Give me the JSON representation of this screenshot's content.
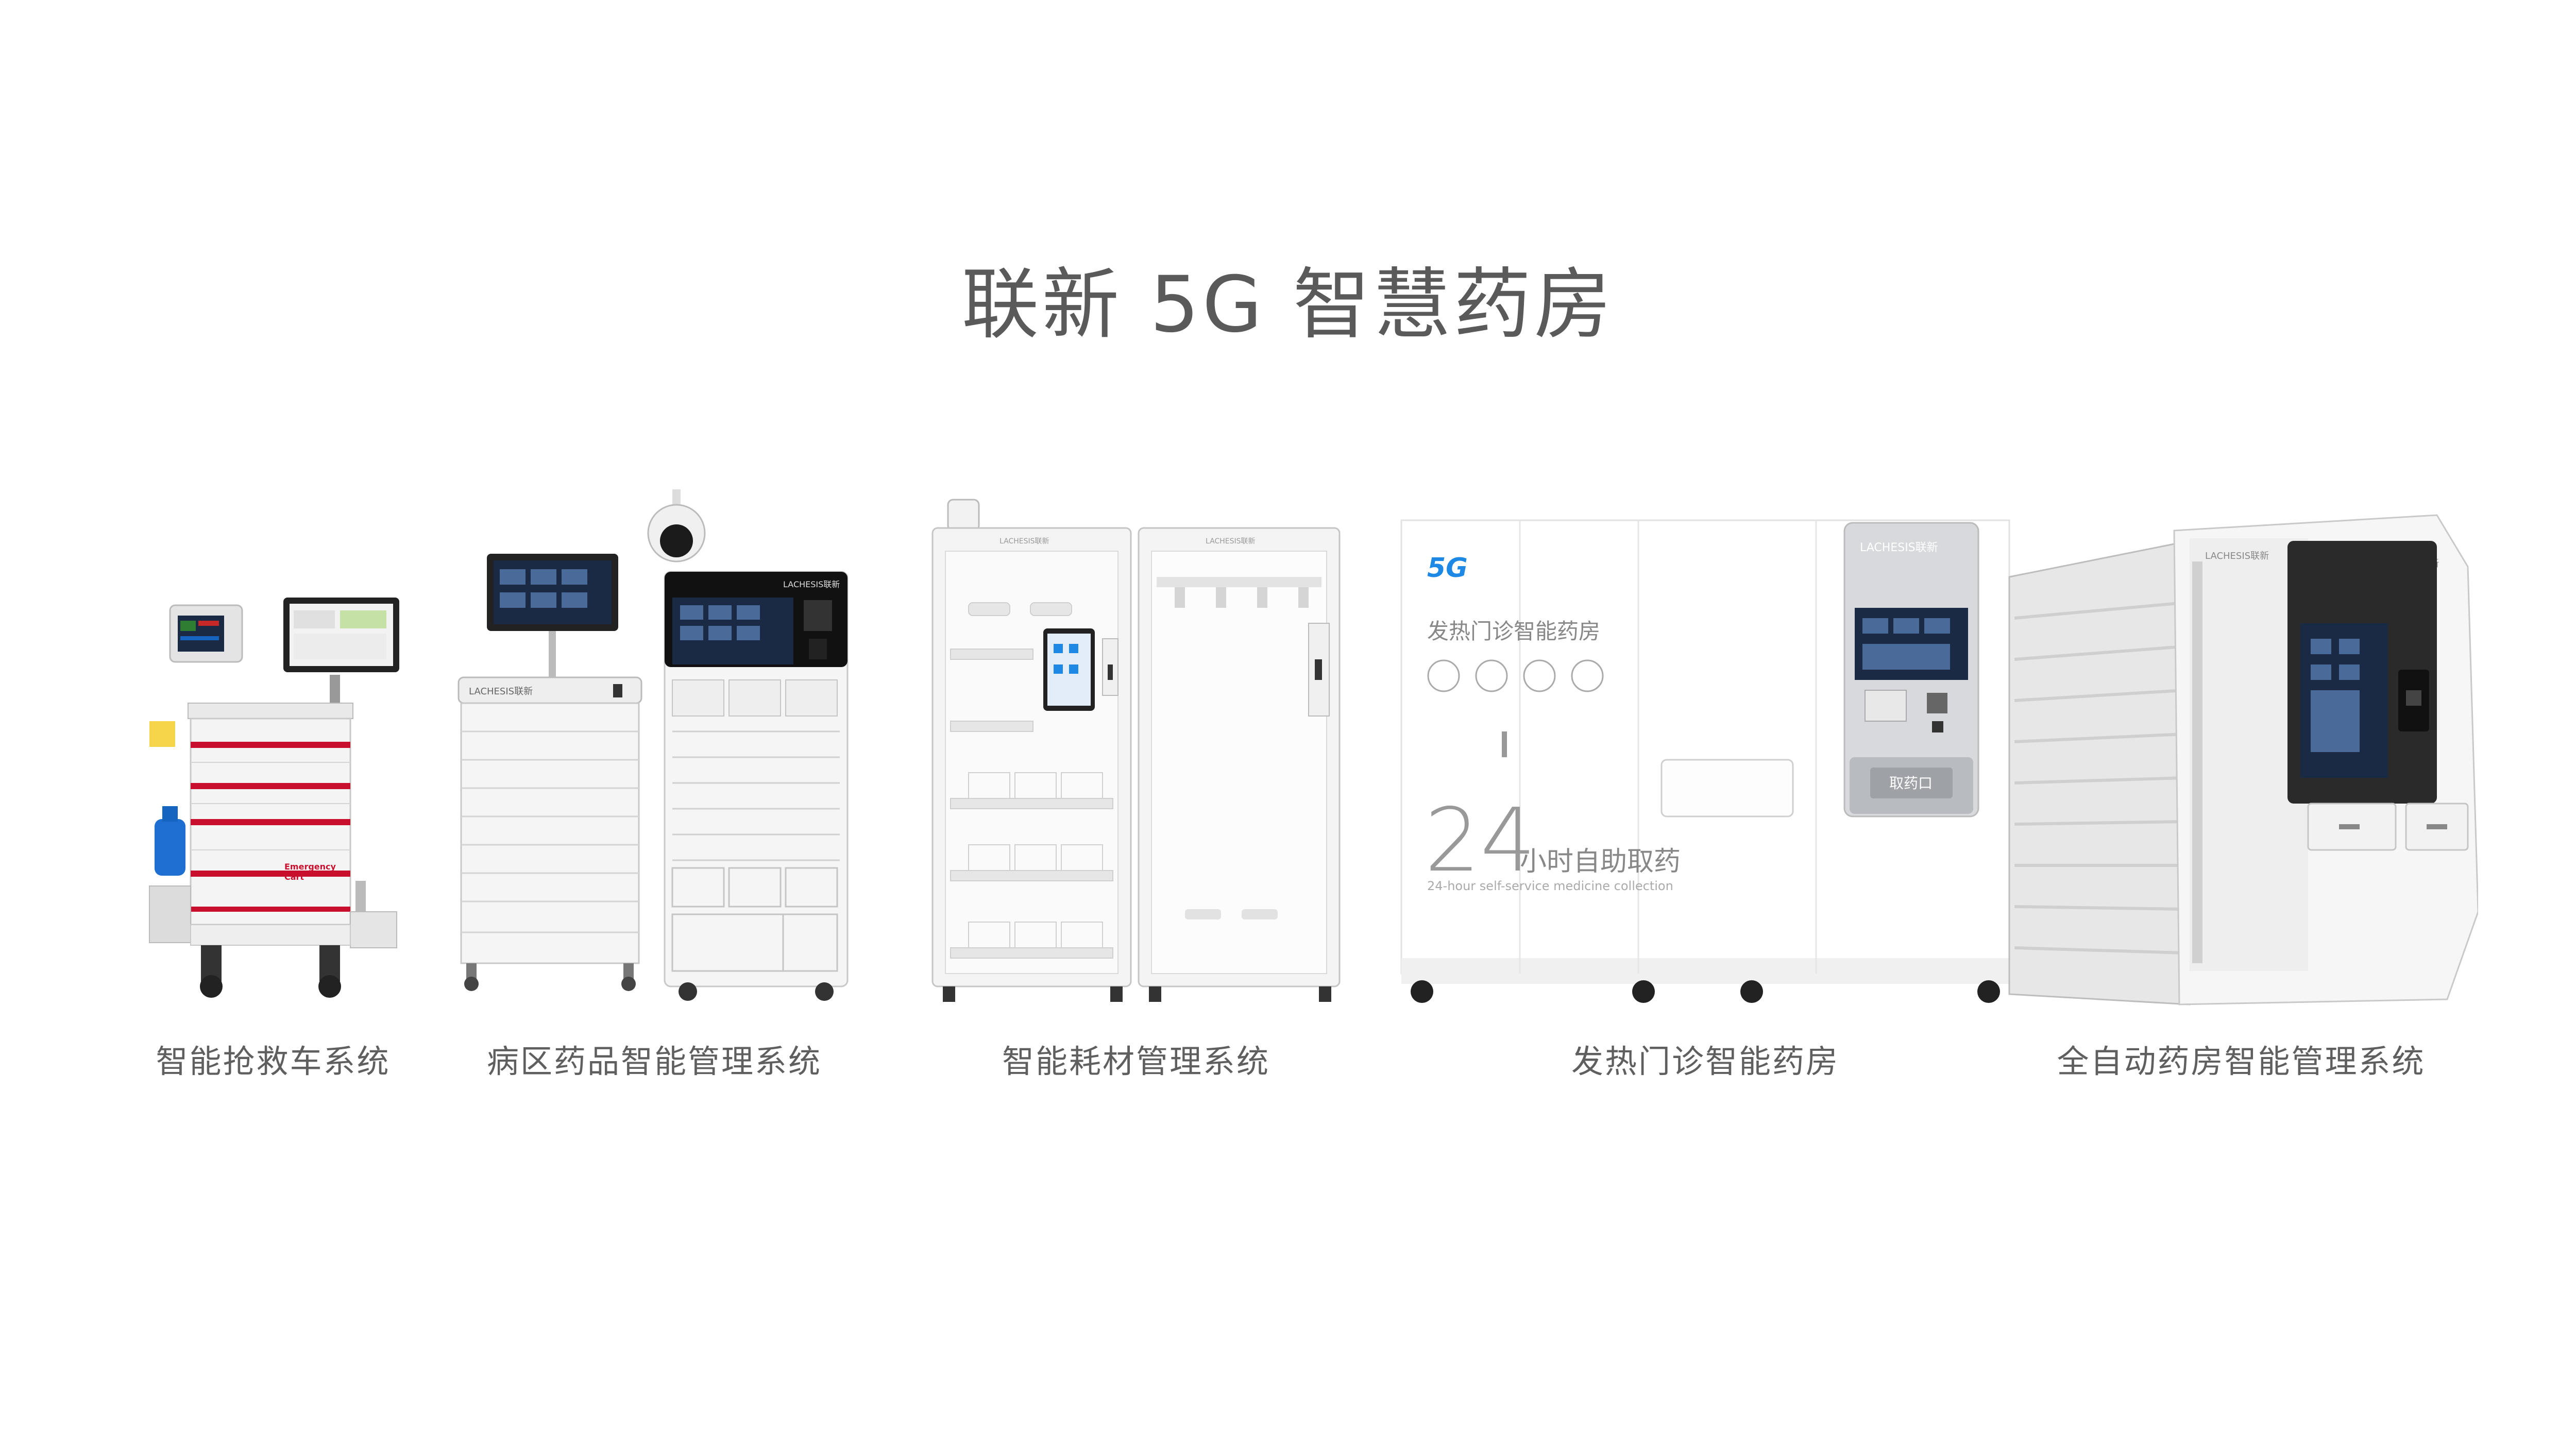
{
  "page": {
    "title": "联新 5G 智慧药房"
  },
  "products": [
    {
      "id": "emergency-cart",
      "caption": "智能抢救车系统",
      "label_line1": "Emergency",
      "label_line2": "Cart"
    },
    {
      "id": "ward-cabinet",
      "caption": "病区药品智能管理系统",
      "brand": "LACHESIS联新"
    },
    {
      "id": "consumables-cabinet",
      "caption": "智能耗材管理系统",
      "brand": "LACHESIS联新"
    },
    {
      "id": "fever-pharmacy",
      "caption": "发热门诊智能药房",
      "badge": "5G",
      "heading": "发热门诊智能药房",
      "big_number": "24",
      "subtitle_cn": "小时自助取药",
      "subtitle_en": "24-hour self-service medicine collection",
      "pickup_label": "取药口",
      "brand": "LACHESIS联新"
    },
    {
      "id": "auto-pharmacy",
      "caption": "全自动药房智能管理系统",
      "brand": "LACHESIS联新"
    }
  ],
  "colors": {
    "title": "#5a5a5a",
    "caption": "#5f5f5f",
    "accent_red": "#c8102e",
    "badge_blue": "#1e88e5",
    "screen_dark": "#1b2a44"
  }
}
